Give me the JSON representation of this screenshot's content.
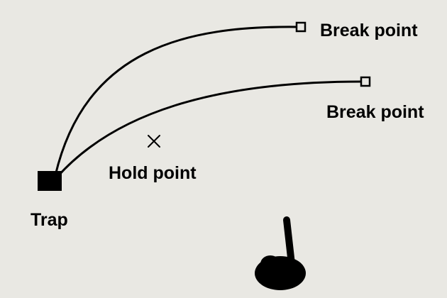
{
  "diagram": {
    "labels": {
      "trap": "Trap",
      "hold_point": "Hold point",
      "break_point_upper": "Break point",
      "break_point_lower": "Break point"
    },
    "icons": {
      "trap": "filled-square",
      "hold_point": "x-mark",
      "break_point": "hollow-square",
      "shooter": "shooter-silhouette"
    },
    "colors": {
      "background": "#e9e8e3",
      "ink": "#000000"
    }
  }
}
